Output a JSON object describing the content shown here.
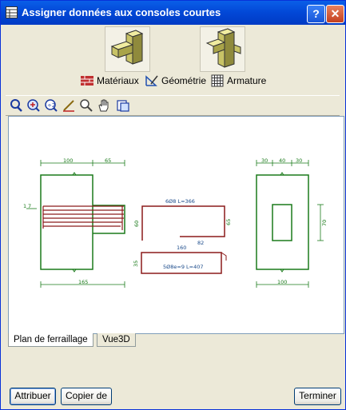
{
  "window": {
    "title": "Assigner données aux consoles courtes"
  },
  "tabs_top": [
    {
      "label": "Matériaux"
    },
    {
      "label": "Géométrie"
    },
    {
      "label": "Armature"
    }
  ],
  "drawing": {
    "dims": [
      "100",
      "65",
      "165",
      "30",
      "40",
      "30",
      "70",
      "100",
      "160",
      "82",
      "60",
      "65",
      "35",
      "7",
      "1"
    ],
    "labels": [
      "6Ø8 L=366",
      "5Ø8e=9 L=407"
    ]
  },
  "view_tabs": [
    {
      "label": "Plan de ferraillage"
    },
    {
      "label": "Vue3D"
    }
  ],
  "buttons": {
    "apply": "Attribuer",
    "copy": "Copier de",
    "finish": "Terminer"
  }
}
